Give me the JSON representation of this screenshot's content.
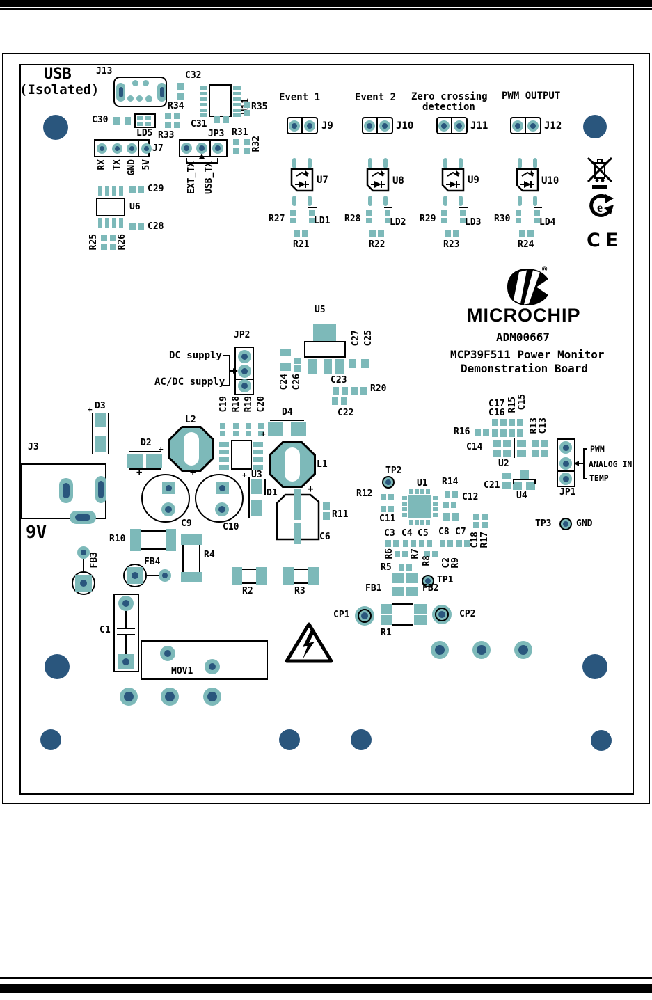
{
  "page": {
    "brand": {
      "name": "MICROCHIP",
      "reg": "®",
      "model": "ADM00667",
      "board_line1": "MCP39F511 Power Monitor",
      "board_line2": "Demonstration Board"
    },
    "certs": {
      "ce": "CE",
      "efup": "e"
    },
    "symbols": {
      "plus": "+"
    }
  },
  "board": {
    "usb_label_line1": "USB",
    "usb_label_line2": "(Isolated)",
    "supply_voltage": "9V",
    "headers": [
      {
        "title": "Event 1",
        "ref": "J9"
      },
      {
        "title": "Event 2",
        "ref": "J10"
      },
      {
        "title": "Zero crossing",
        "subtitle": "detection",
        "ref": "J11"
      },
      {
        "title": "PWM OUTPUT",
        "ref": "J12"
      }
    ],
    "optos": [
      {
        "u": "U7",
        "r_top": "R27",
        "ld": "LD1",
        "r_bottom": "R21"
      },
      {
        "u": "U8",
        "r_top": "R28",
        "ld": "LD2",
        "r_bottom": "R22"
      },
      {
        "u": "U9",
        "r_top": "R29",
        "ld": "LD3",
        "r_bottom": "R23"
      },
      {
        "u": "U10",
        "r_top": "R30",
        "ld": "LD4",
        "r_bottom": "R24"
      }
    ],
    "j7": {
      "ref": "J7",
      "pin1": "RX",
      "pin2": "TX",
      "pin3": "GND",
      "pin4": "5V"
    },
    "jp3": {
      "ref": "JP3",
      "sel1": "EXT_TX",
      "sel2": "USB_TX"
    },
    "jp2": {
      "ref": "JP2",
      "sel1": "DC supply",
      "sel2": "AC/DC supply"
    },
    "jp1": {
      "ref": "JP1",
      "pin1": "PWM",
      "pin2": "ANALOG IN",
      "pin3": "TEMP"
    },
    "testpoints": {
      "tp1": "TP1",
      "tp2": "TP2",
      "tp3": "TP3",
      "gnd": "GND"
    },
    "refs": {
      "j13": "J13",
      "c32": "C32",
      "r34": "R34",
      "r33": "R33",
      "c30": "C30",
      "ld5": "LD5",
      "c31": "C31",
      "u11": "U11",
      "r35": "R35",
      "r31": "R31",
      "r32": "R32",
      "c29": "C29",
      "u6": "U6",
      "c28": "C28",
      "r25": "R25",
      "r26": "R26",
      "u5": "U5",
      "c27": "C27",
      "c25": "C25",
      "c24": "C24",
      "c26": "C26",
      "c23": "C23",
      "r20": "R20",
      "c22": "C22",
      "d3": "D3",
      "j3": "J3",
      "d2": "D2",
      "l2": "L2",
      "c19": "C19",
      "r18": "R18",
      "r19": "R19",
      "c20": "C20",
      "d4": "D4",
      "u3": "U3",
      "d1": "D1",
      "l1": "L1",
      "c9": "C9",
      "c10": "C10",
      "c6": "C6",
      "r11": "R11",
      "r10": "R10",
      "r4": "R4",
      "fb3": "FB3",
      "fb4": "FB4",
      "c1": "C1",
      "mov1": "MOV1",
      "r2": "R2",
      "r3": "R3",
      "c17": "C17",
      "c16": "C16",
      "r15": "R15",
      "c15": "C15",
      "r16": "R16",
      "r13": "R13",
      "c13": "C13",
      "c14": "C14",
      "u2": "U2",
      "c21": "C21",
      "u4": "U4",
      "u1": "U1",
      "r12": "R12",
      "c11": "C11",
      "r14": "R14",
      "c12": "C12",
      "c3": "C3",
      "c4": "C4",
      "c5": "C5",
      "c8": "C8",
      "c7": "C7",
      "c18": "C18",
      "r17": "R17",
      "r6": "R6",
      "r7": "R7",
      "r8": "R8",
      "r9": "R9",
      "c2": "C2",
      "r5": "R5",
      "fb1": "FB1",
      "fb2": "FB2",
      "cp1": "CP1",
      "cp2": "CP2",
      "r1": "R1"
    }
  }
}
